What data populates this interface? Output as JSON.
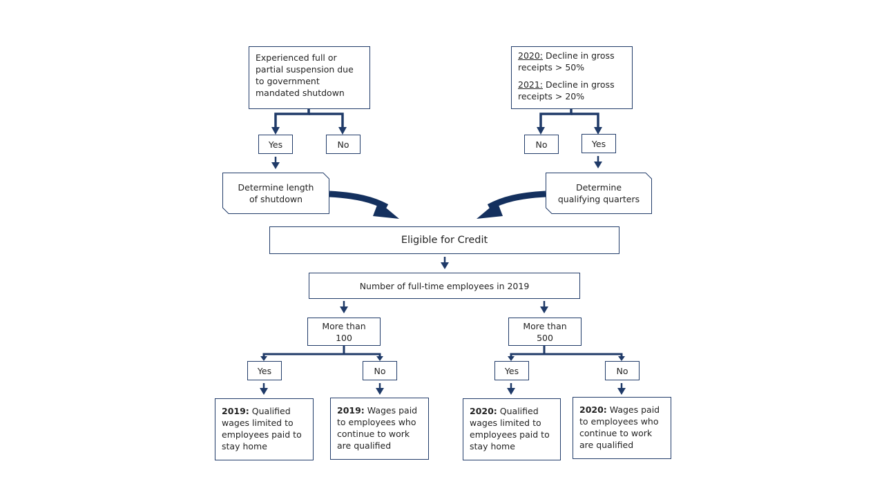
{
  "shutdown": {
    "question_lines": [
      "Experienced full or",
      "partial suspension due",
      "to government",
      "mandated shutdown"
    ],
    "yes": "Yes",
    "no": "No",
    "action_lines": [
      "Determine length",
      "of shutdown"
    ]
  },
  "receipts": {
    "y2020": "2020:",
    "y2020_lines": [
      "Decline in gross",
      "receipts > 50%"
    ],
    "y2021": "2021:",
    "y2021_lines": [
      "Decline in gross",
      "receipts > 20%"
    ],
    "no": "No",
    "yes": "Yes",
    "action_lines": [
      "Determine",
      "qualifying quarters"
    ]
  },
  "eligible": "Eligible for Credit",
  "employees": "Number of full-time employees in 2019",
  "left_branch": {
    "threshold_lines": [
      "More than",
      "100"
    ],
    "yes": "Yes",
    "no": "No",
    "yes_year": "2019:",
    "yes_lines": [
      "Qualified",
      "wages limited to",
      "employees paid to",
      "stay home"
    ],
    "no_year": "2019:",
    "no_lines": [
      "Wages paid",
      "to employees who",
      "continue to work",
      "are qualified"
    ]
  },
  "right_branch": {
    "threshold_lines": [
      "More than",
      "500"
    ],
    "yes": "Yes",
    "no": "No",
    "yes_year": "2020:",
    "yes_lines": [
      "Qualified",
      "wages limited to",
      "employees paid to",
      "stay home"
    ],
    "no_year": "2020:",
    "no_lines": [
      "Wages paid",
      "to employees who",
      "continue to work",
      "are qualified"
    ]
  },
  "colors": {
    "line": "#1f3a68",
    "arrow": "#14305e",
    "border": "#1f3a68"
  }
}
